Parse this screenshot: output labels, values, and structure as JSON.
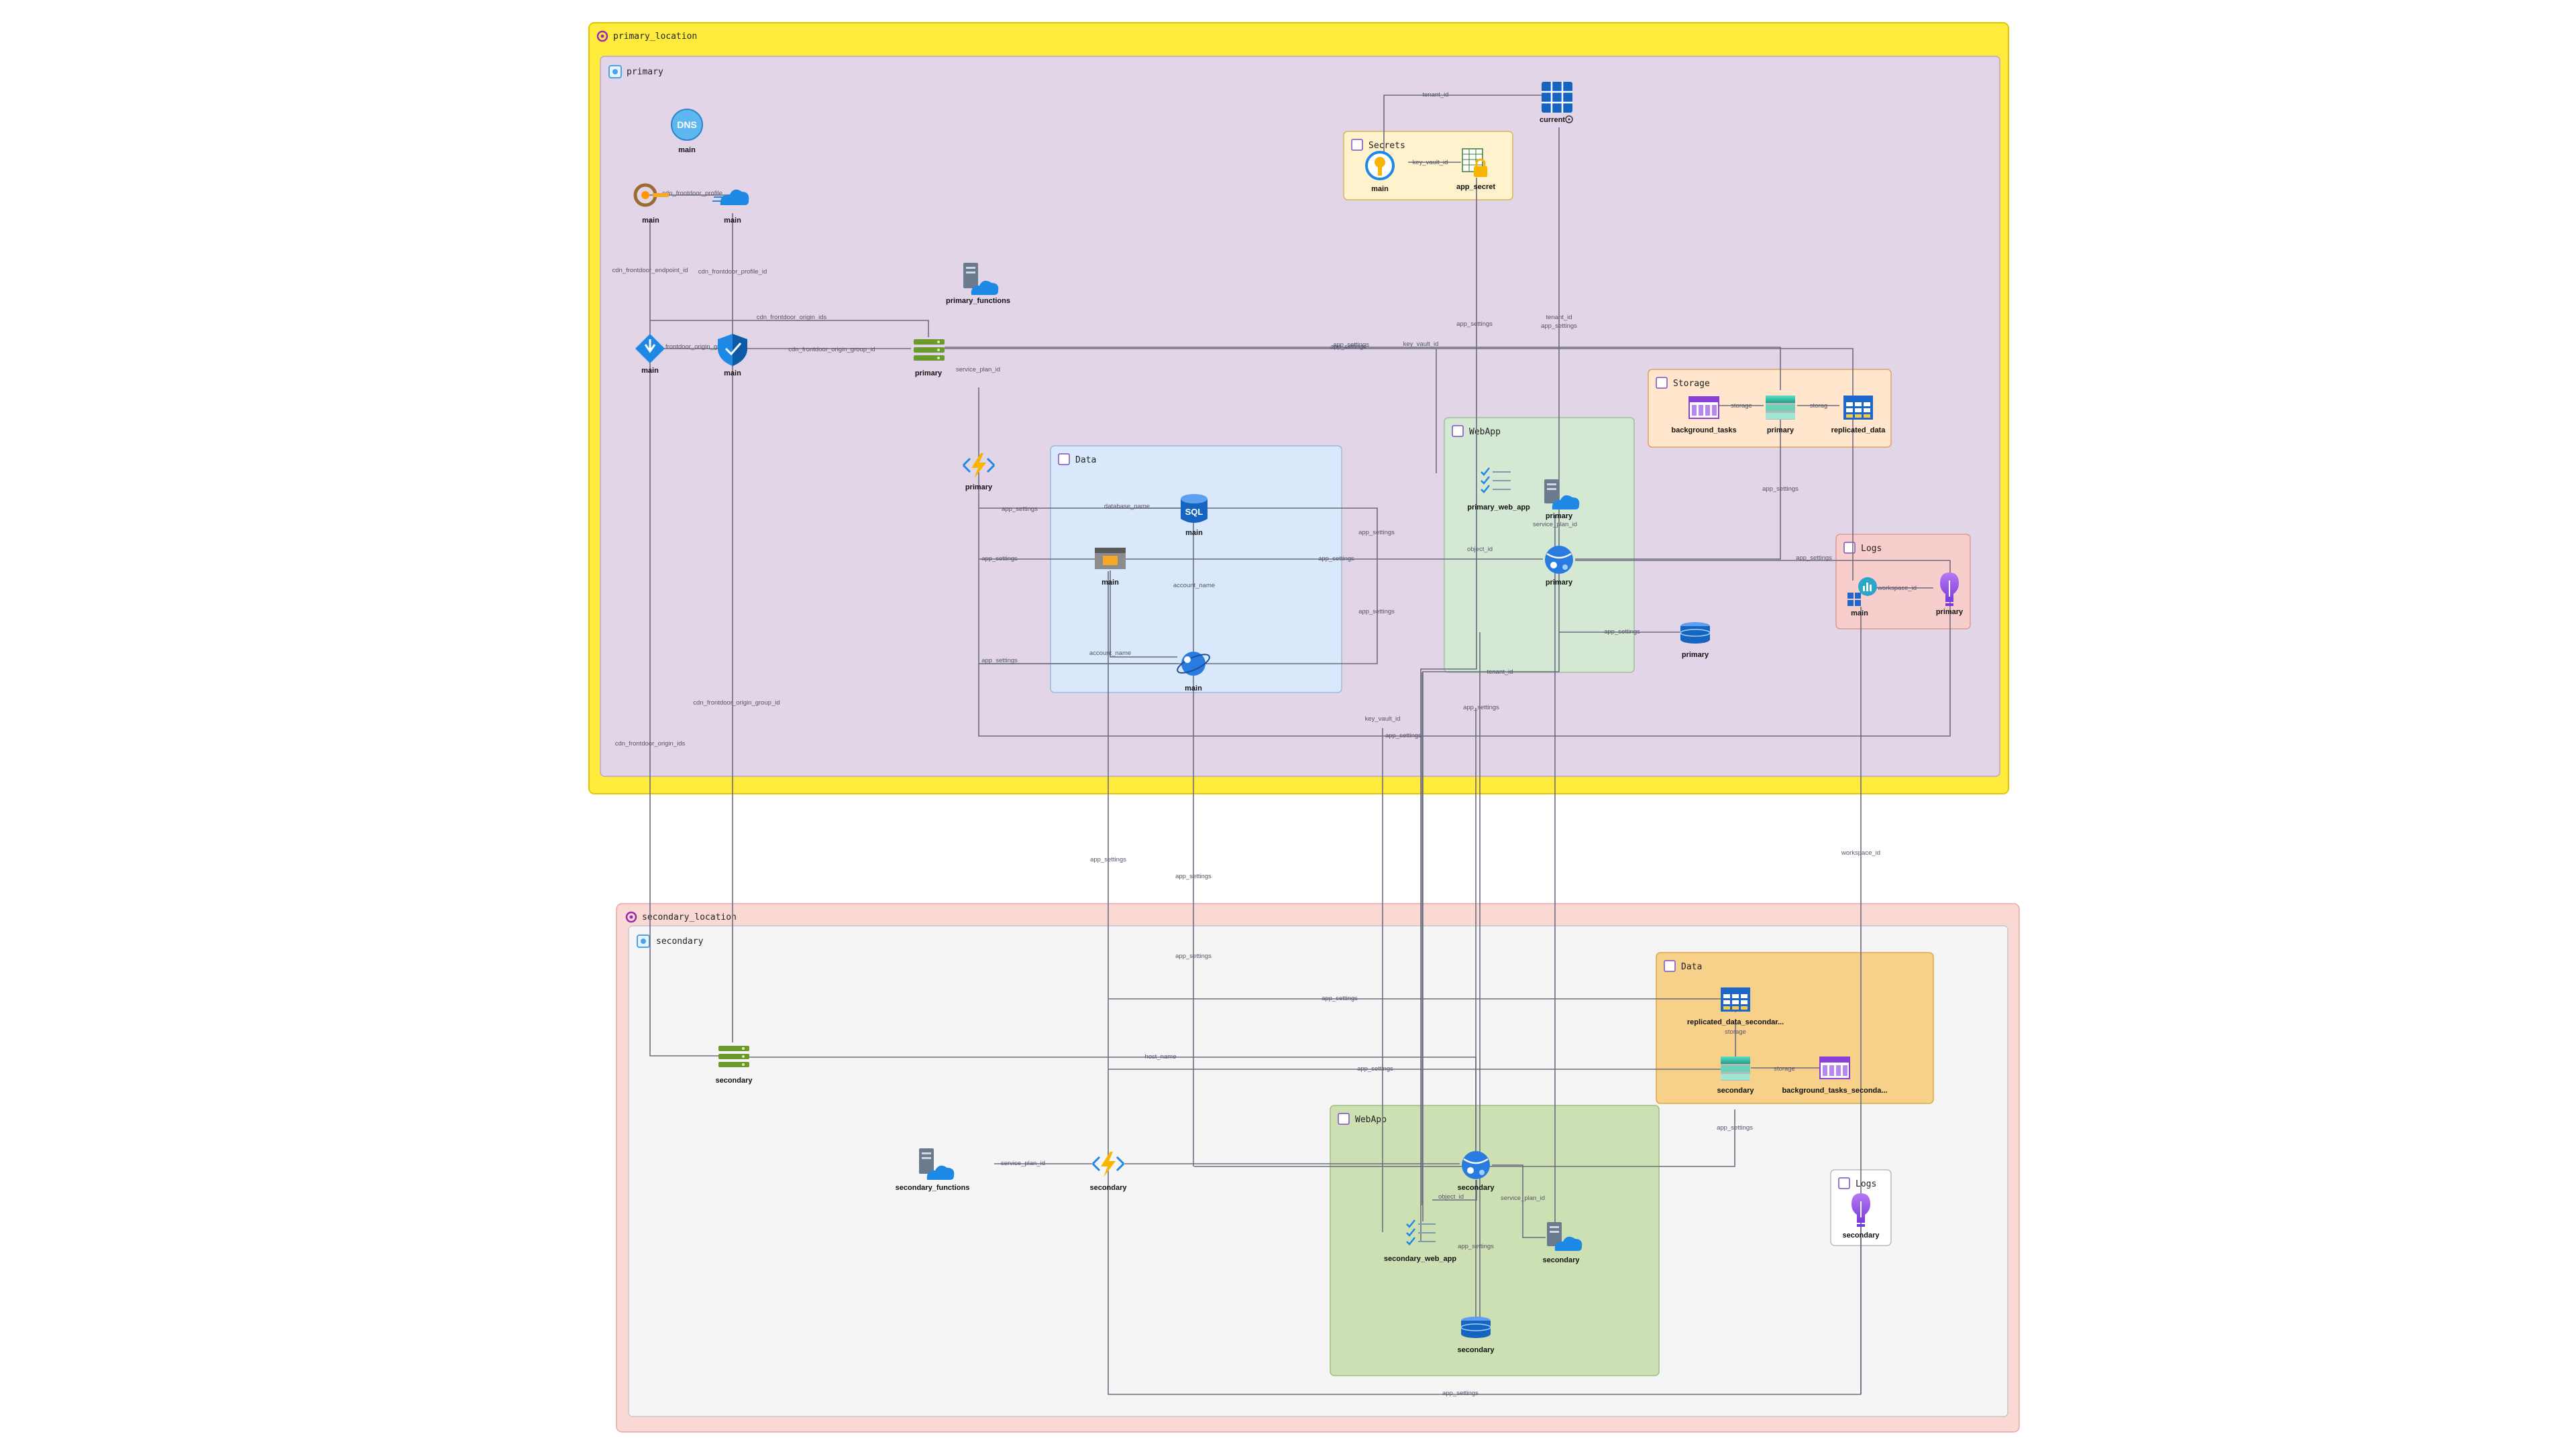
{
  "groups": {
    "primary_location": "primary_location",
    "primary": "primary",
    "secrets": "Secrets",
    "storage_primary": "Storage",
    "webapp_primary": "WebApp",
    "data_primary": "Data",
    "logs_primary": "Logs",
    "secondary_location": "secondary_location",
    "secondary": "secondary",
    "data_secondary": "Data",
    "webapp_secondary": "WebApp",
    "logs_secondary": "Logs"
  },
  "nodes": {
    "dns_main": "main",
    "frontdoor_endpoint_main": "main",
    "frontdoor_profile_main": "main",
    "current": "current",
    "keyvault_main": "main",
    "app_secret": "app_secret",
    "primary_functions": "primary_functions",
    "frontdoor_route_main": "main",
    "frontdoor_waf_main": "main",
    "origin_group_primary": "primary",
    "function_primary": "primary",
    "sql_main": "main",
    "sql_db_main": "main",
    "cosmos_main": "main",
    "primary_web_app": "primary_web_app",
    "plan_primary": "primary",
    "webapp_primary": "primary",
    "redis_primary": "primary",
    "storage_bg_tasks": "background_tasks",
    "storage_primary": "primary",
    "replicated_data": "replicated_data",
    "log_main": "main",
    "insights_primary": "primary",
    "origin_secondary": "secondary",
    "secondary_functions": "secondary_functions",
    "function_secondary": "secondary",
    "replicated_data_secondary": "replicated_data_secondar...",
    "storage_secondary": "secondary",
    "bg_tasks_secondary": "background_tasks_seconda...",
    "webapp_secondary": "secondary",
    "secondary_web_app": "secondary_web_app",
    "plan_secondary": "secondary",
    "redis_secondary": "secondary",
    "insights_secondary": "secondary"
  },
  "edges": {
    "e1": "cdn_frontdoor_profile",
    "e2": "cdn_frontdoor_endpoint_id",
    "e3": "cdn_frontdoor_profile_id",
    "e4": "cdn_frontdoor_origin_ids",
    "e5": "frontdoor_origin_group",
    "e6": "cdn_frontdoor_origin_group_id",
    "e7": "key_vault_id",
    "e8": "tenant_id",
    "e9": "app_settings",
    "e10": "tenant_id",
    "e11": "app_settings",
    "e12": "key_vault_id",
    "e13": "app_settings",
    "e14": "service_plan_id",
    "e15": "database_name",
    "e16": "app_settings",
    "e17": "app_settings",
    "e18": "app_settings",
    "e19": "app_settings",
    "e20": "app_settings",
    "e21": "object_id",
    "e22": "account_name",
    "e23": "app_settings",
    "e24": "app_settings",
    "e25": "account_name",
    "e26": "app_settings",
    "e27": "storage",
    "e28": "storag",
    "e29": "app_settings",
    "e30": "workspace_id",
    "e31": "service_plan_id",
    "e32": "tenant_id",
    "e33": "key_vault_id",
    "e34": "app_settings",
    "e35": "app_settings",
    "e36": "cdn_frontdoor_origin_group_id",
    "e37": "cdn_frontdoor_origin_ids",
    "e38": "app_settings",
    "e39": "app_settings",
    "e40": "workspace_id",
    "e41": "app_settings",
    "e42": "app_settings",
    "e43": "host_name",
    "e44": "app_settings",
    "e45": "storage",
    "e46": "storage",
    "e47": "app_settings",
    "e48": "service_plan_id",
    "e49": "object_id",
    "e50": "service_plan_id",
    "e51": "app_settings",
    "e52": "app_settings",
    "e53": "app_settings"
  },
  "icons": {
    "dns": "dns-zone-icon",
    "frontdoor_endpoint": "frontdoor-endpoint-icon",
    "frontdoor_profile": "frontdoor-profile-icon",
    "client_config": "client-config-icon",
    "key_vault": "key-vault-icon",
    "secret": "key-vault-secret-icon",
    "function_app": "function-app-icon",
    "app_service_plan": "app-service-plan-icon",
    "waf": "waf-policy-icon",
    "origin_group": "frontdoor-origin-group-icon",
    "sql": "sql-server-icon",
    "sql_database": "sql-database-icon",
    "cosmos": "cosmos-db-icon",
    "web_app": "web-app-icon",
    "app_settings_list": "app-settings-list-icon",
    "redis": "redis-cache-icon",
    "storage_account": "storage-account-icon",
    "storage_table": "storage-table-icon",
    "queue": "storage-queue-icon",
    "log_analytics": "log-analytics-icon",
    "app_insights": "app-insights-icon",
    "location": "location-pin-icon",
    "resource_group": "resource-group-icon"
  },
  "colors": {
    "primary_location_bg": "#FFEB3B",
    "primary_rg_bg": "#E1D5E7",
    "secrets_bg": "#FFF2CC",
    "storage_bg": "#FFE6CC",
    "webapp_primary_bg": "#D5E8D4",
    "data_primary_bg": "#DAE8FC",
    "logs_primary_bg": "#F8CECC",
    "secondary_location_bg": "#FAD9D5",
    "secondary_rg_bg": "#F5F5F5",
    "data_secondary_bg": "#F7D08A",
    "webapp_secondary_bg": "#CDE0B4",
    "logs_secondary_bg": "#FFFFFF",
    "edge": "#6C6C80"
  }
}
